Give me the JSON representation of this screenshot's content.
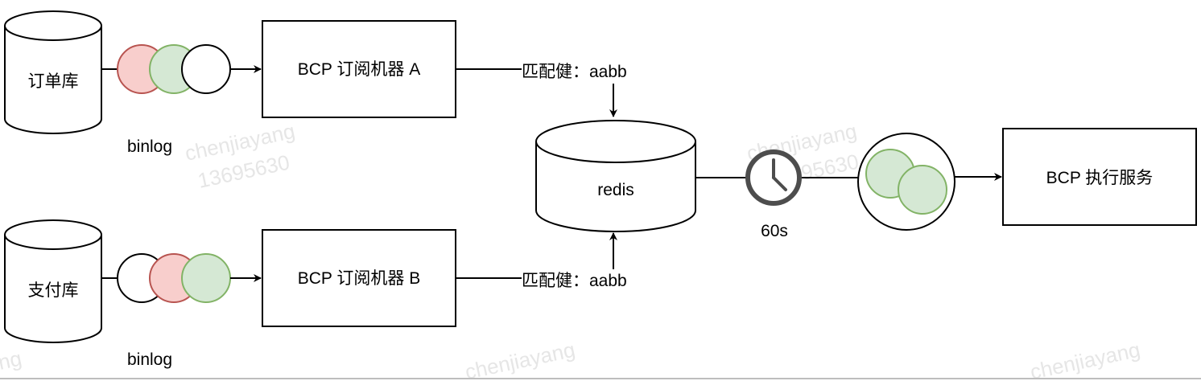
{
  "databases": {
    "order": "订单库",
    "payment": "支付库"
  },
  "binlog_top": "binlog",
  "binlog_bottom": "binlog",
  "subscriber_a": "BCP 订阅机器 A",
  "subscriber_b": "BCP 订阅机器 B",
  "match_key_a": "匹配健：aabb",
  "match_key_b": "匹配健：aabb",
  "redis": "redis",
  "delay": "60s",
  "executor": "BCP 执行服务",
  "watermark": {
    "name": "chenjiayang",
    "id": "13695630",
    "partial": "ng"
  },
  "colors": {
    "red_fill": "#f8cecc",
    "red_stroke": "#b85450",
    "green_fill": "#d5e8d4",
    "green_stroke": "#82b366",
    "clock": "#4d4d4d"
  }
}
